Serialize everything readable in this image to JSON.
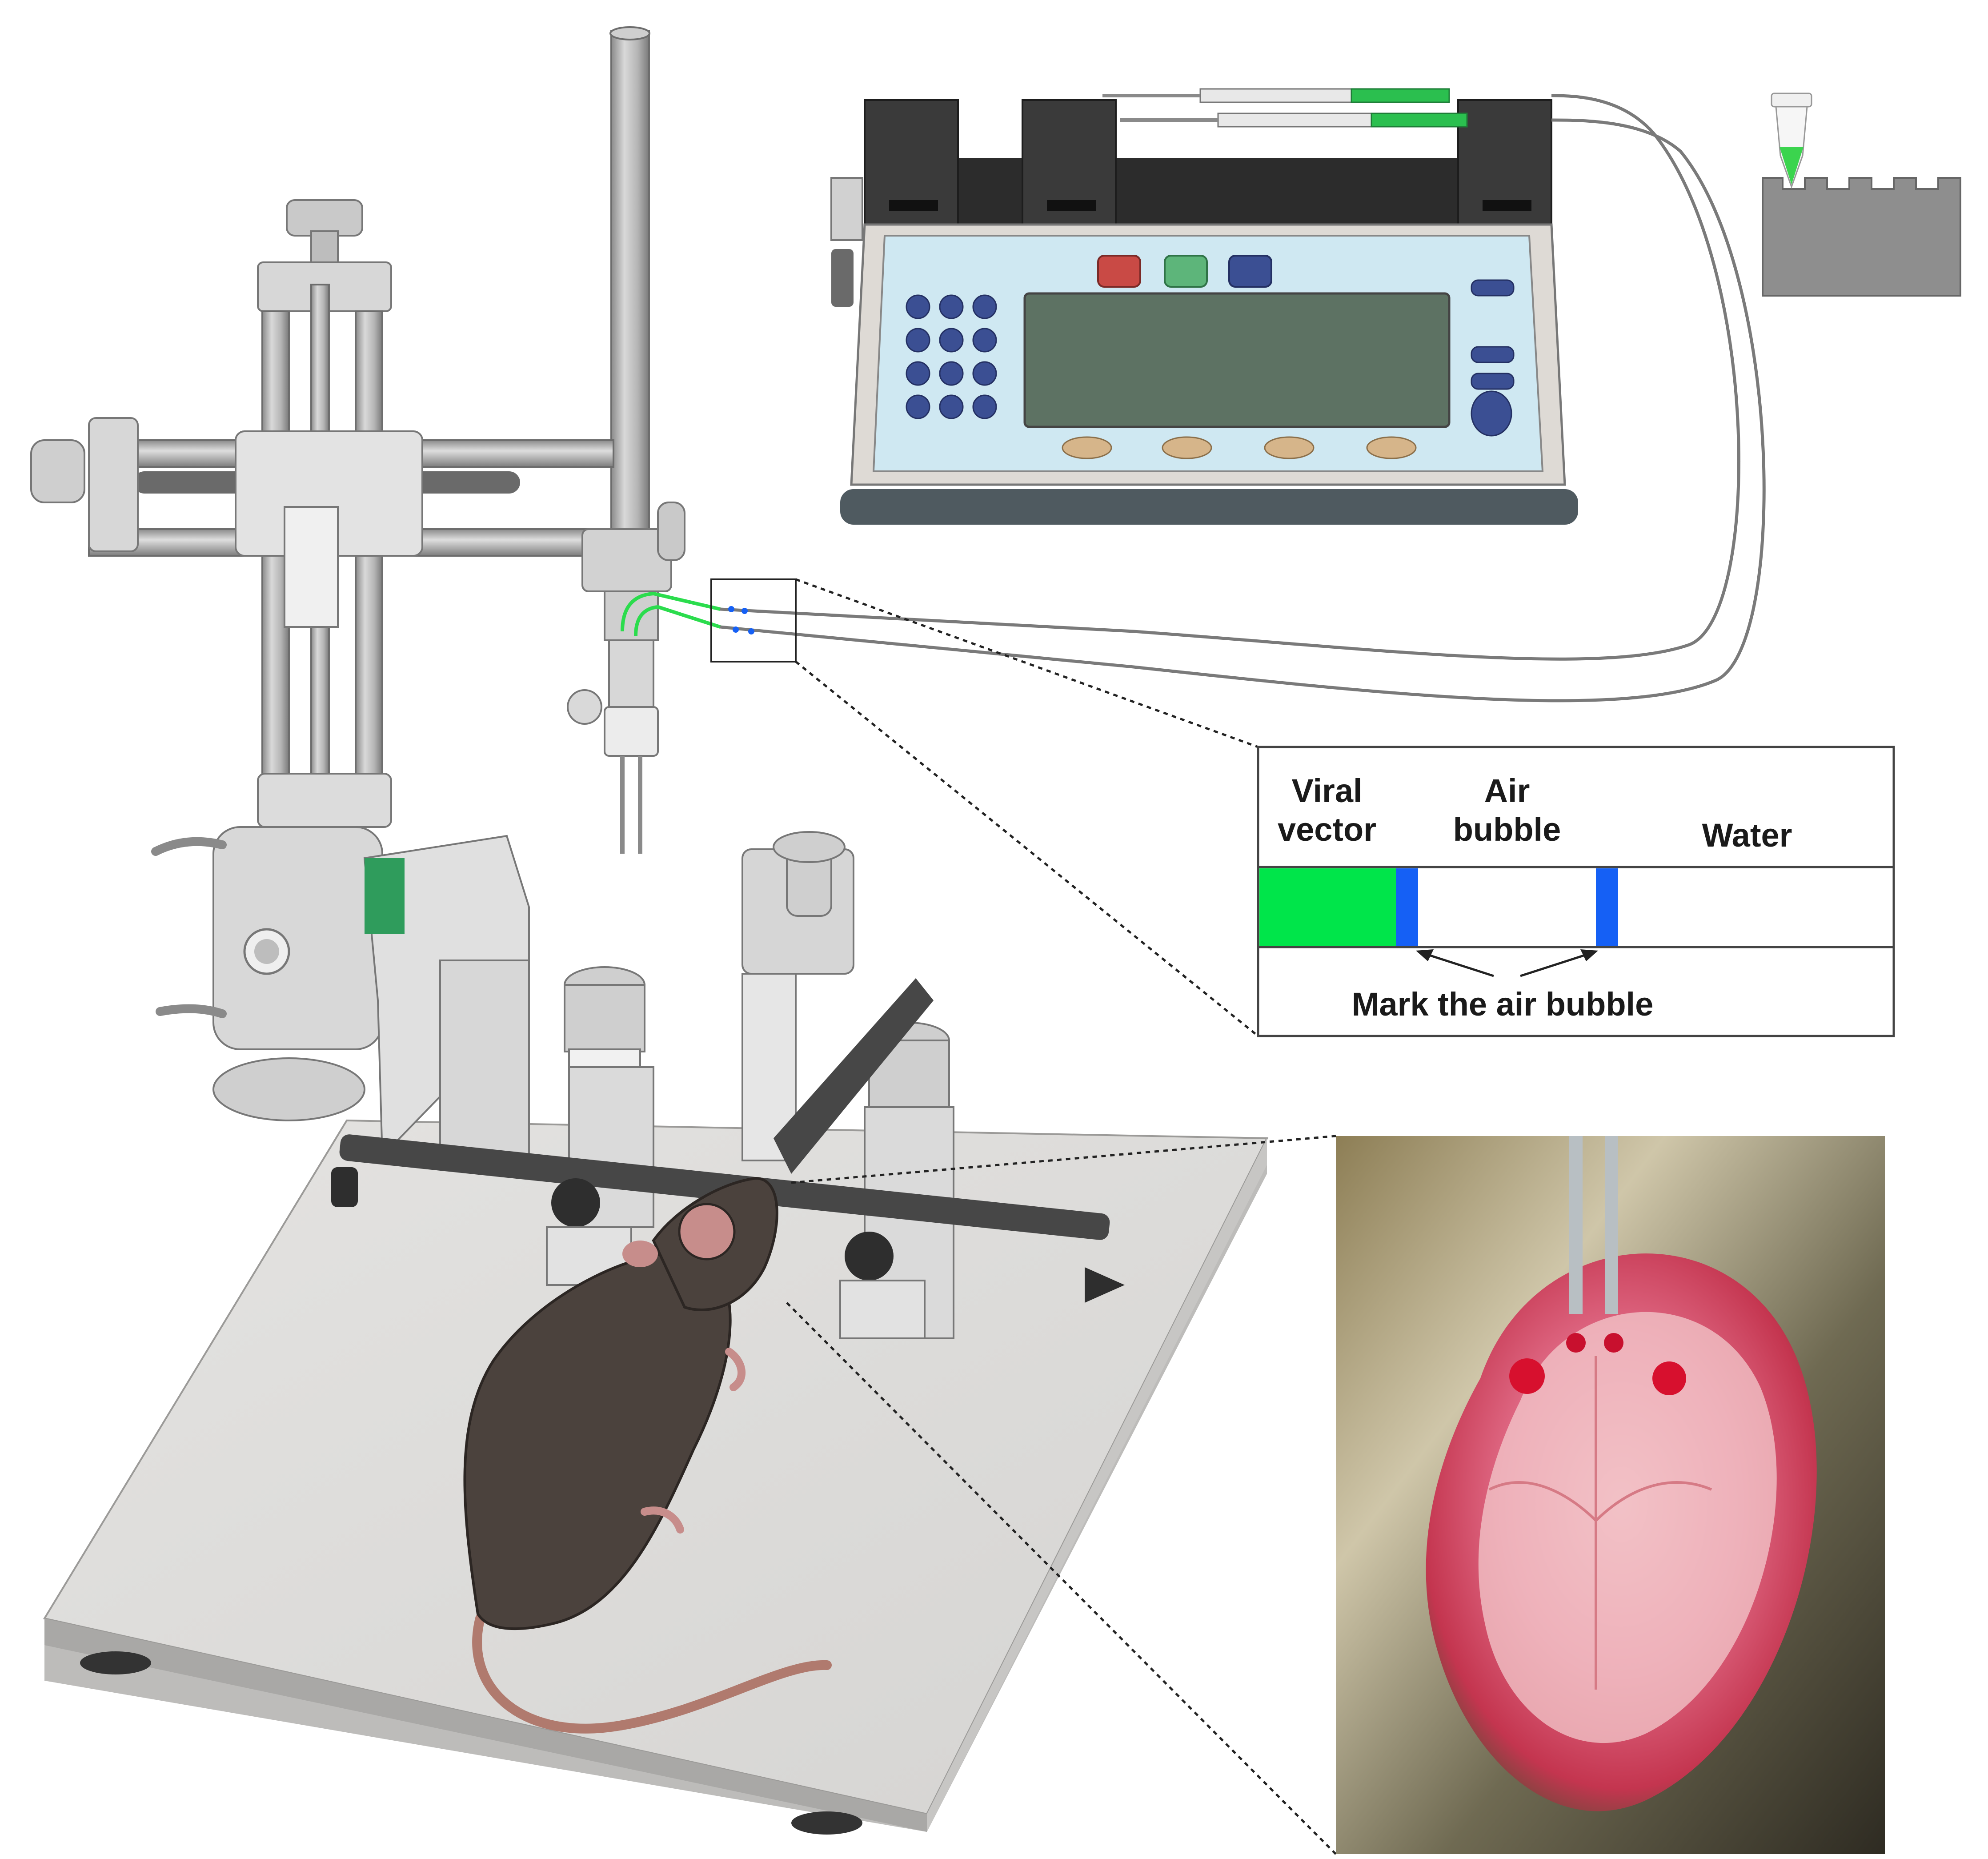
{
  "inset": {
    "labels": {
      "viral_vector": "Viral\nvector",
      "air_bubble": "Air\nbubble",
      "water": "Water",
      "mark": "Mark the air bubble"
    },
    "colors": {
      "viral_vector": "#00e54a",
      "air_bubble_mark": "#1560f5",
      "water": "#ffffff"
    }
  },
  "pump": {
    "button_colors": [
      "#c94a45",
      "#5db57a",
      "#3b4f93"
    ],
    "panel_color": "#cfe8f2",
    "screen_color": "#5d7263",
    "syringe_fluid_color": "#2bbf4f"
  },
  "icons": [
    "stereotaxic-frame-icon",
    "syringe-pump-icon",
    "mouse-icon",
    "microcentrifuge-tube-icon",
    "tube-rack-icon",
    "skull-photo"
  ]
}
